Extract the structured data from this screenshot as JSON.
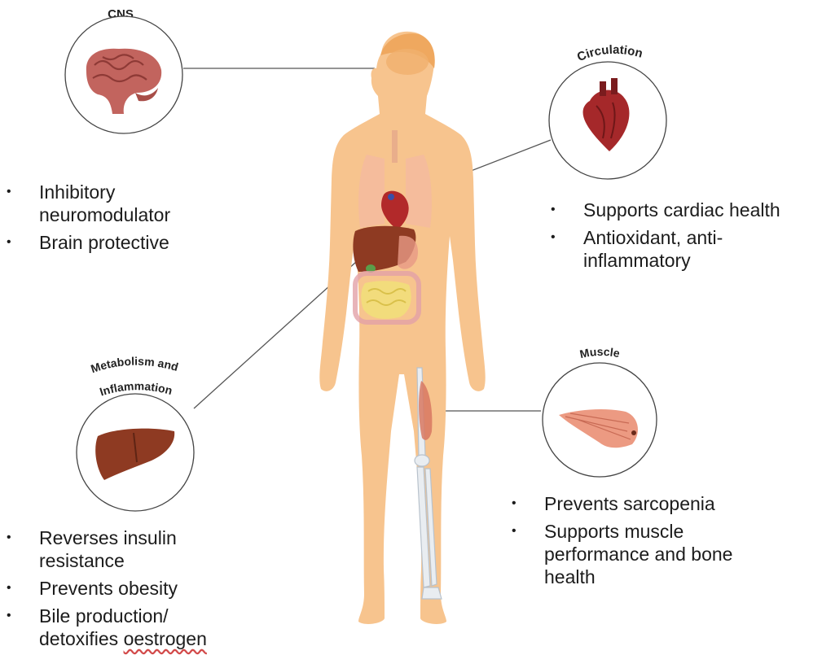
{
  "organs": {
    "cns": {
      "label": "CNS",
      "icon": "brain-icon",
      "bullets": [
        "Inhibitory neuromodulator",
        "Brain protective"
      ]
    },
    "circulation": {
      "label": "Circulation",
      "icon": "heart-icon",
      "bullets": [
        "Supports cardiac health",
        "Antioxidant, anti-inflammatory"
      ]
    },
    "metabolism": {
      "label_line1": "Metabolism and",
      "label_line2": "Inflammation",
      "icon": "liver-icon",
      "bullets": [
        "Reverses insulin resistance",
        "Prevents obesity",
        "Bile production/ detoxifies"
      ],
      "bullet_last_word": "oestrogen"
    },
    "muscle": {
      "label": "Muscle",
      "icon": "muscle-icon",
      "bullets": [
        "Prevents sarcopenia",
        "Supports muscle performance and bone health"
      ]
    }
  },
  "colors": {
    "skin": "#f7c48e",
    "skin_shade": "#efb27a",
    "heart": "#b2292a",
    "liver": "#8e3a22",
    "muscle": "#e58a70",
    "circle": "#444444",
    "line": "#555555"
  }
}
